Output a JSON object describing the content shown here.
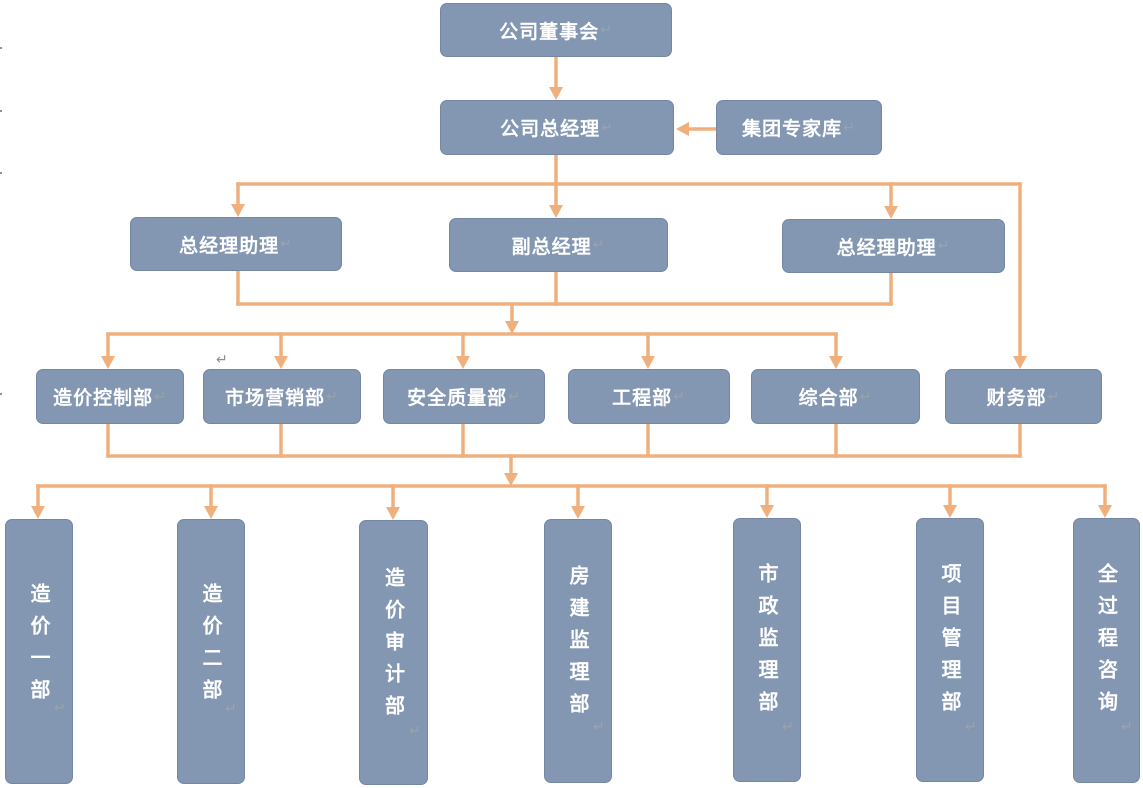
{
  "return_mark": "↵",
  "colors": {
    "box_fill": "#8397b3",
    "box_text": "#ffffff",
    "connector": "#f0b07e"
  },
  "nodes": {
    "board": "公司董事会",
    "gm": "公司总经理",
    "expert": "集团专家库",
    "assistant_left": "总经理助理",
    "deputy_gm": "副总经理",
    "assistant_right": "总经理助理",
    "dept_cost_control": "造价控制部",
    "dept_marketing": "市场营销部",
    "dept_safety_quality": "安全质量部",
    "dept_engineering": "工程部",
    "dept_general": "综合部",
    "dept_finance": "财务部",
    "unit_cost_1": "造价一部",
    "unit_cost_2": "造价二部",
    "unit_cost_audit": "造价审计部",
    "unit_building_supervision": "房建监理部",
    "unit_municipal_supervision": "市政监理部",
    "unit_project_management": "项目管理部",
    "unit_full_process_consulting": "全过程咨询"
  }
}
